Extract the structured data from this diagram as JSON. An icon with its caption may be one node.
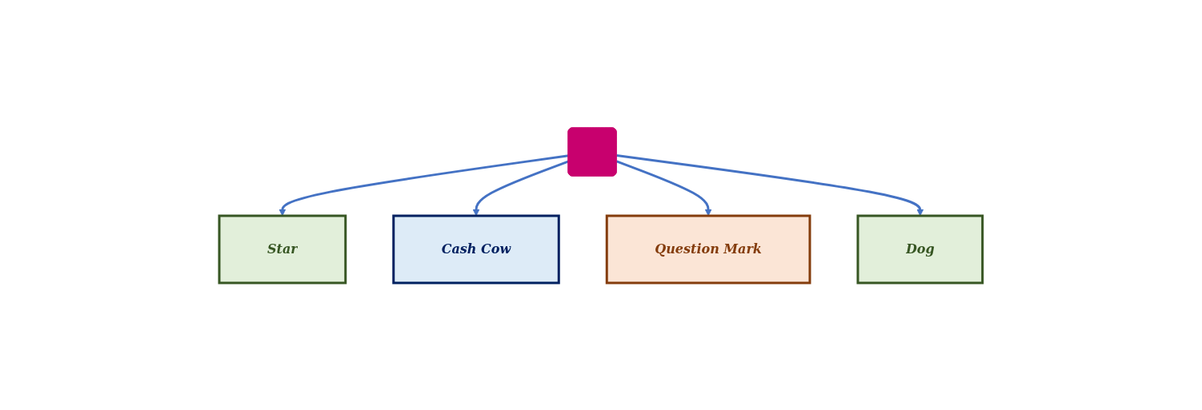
{
  "diagram": {
    "nodes": [
      {
        "text": [],
        "shape": "bar"
      },
      {
        "text": [
          "Star"
        ]
      },
      {
        "text": [
          "Cash Cow"
        ]
      },
      {
        "text": [
          "Question Mark"
        ]
      },
      {
        "text": [
          "Dog"
        ]
      }
    ],
    "edges": [
      {
        "from": 0,
        "to": 1,
        "arrow": "to"
      },
      {
        "from": 0,
        "to": 2,
        "arrow": "to"
      },
      {
        "from": 0,
        "to": 3,
        "arrow": "to"
      },
      {
        "from": 0,
        "to": 4,
        "arrow": "to"
      }
    ]
  }
}
